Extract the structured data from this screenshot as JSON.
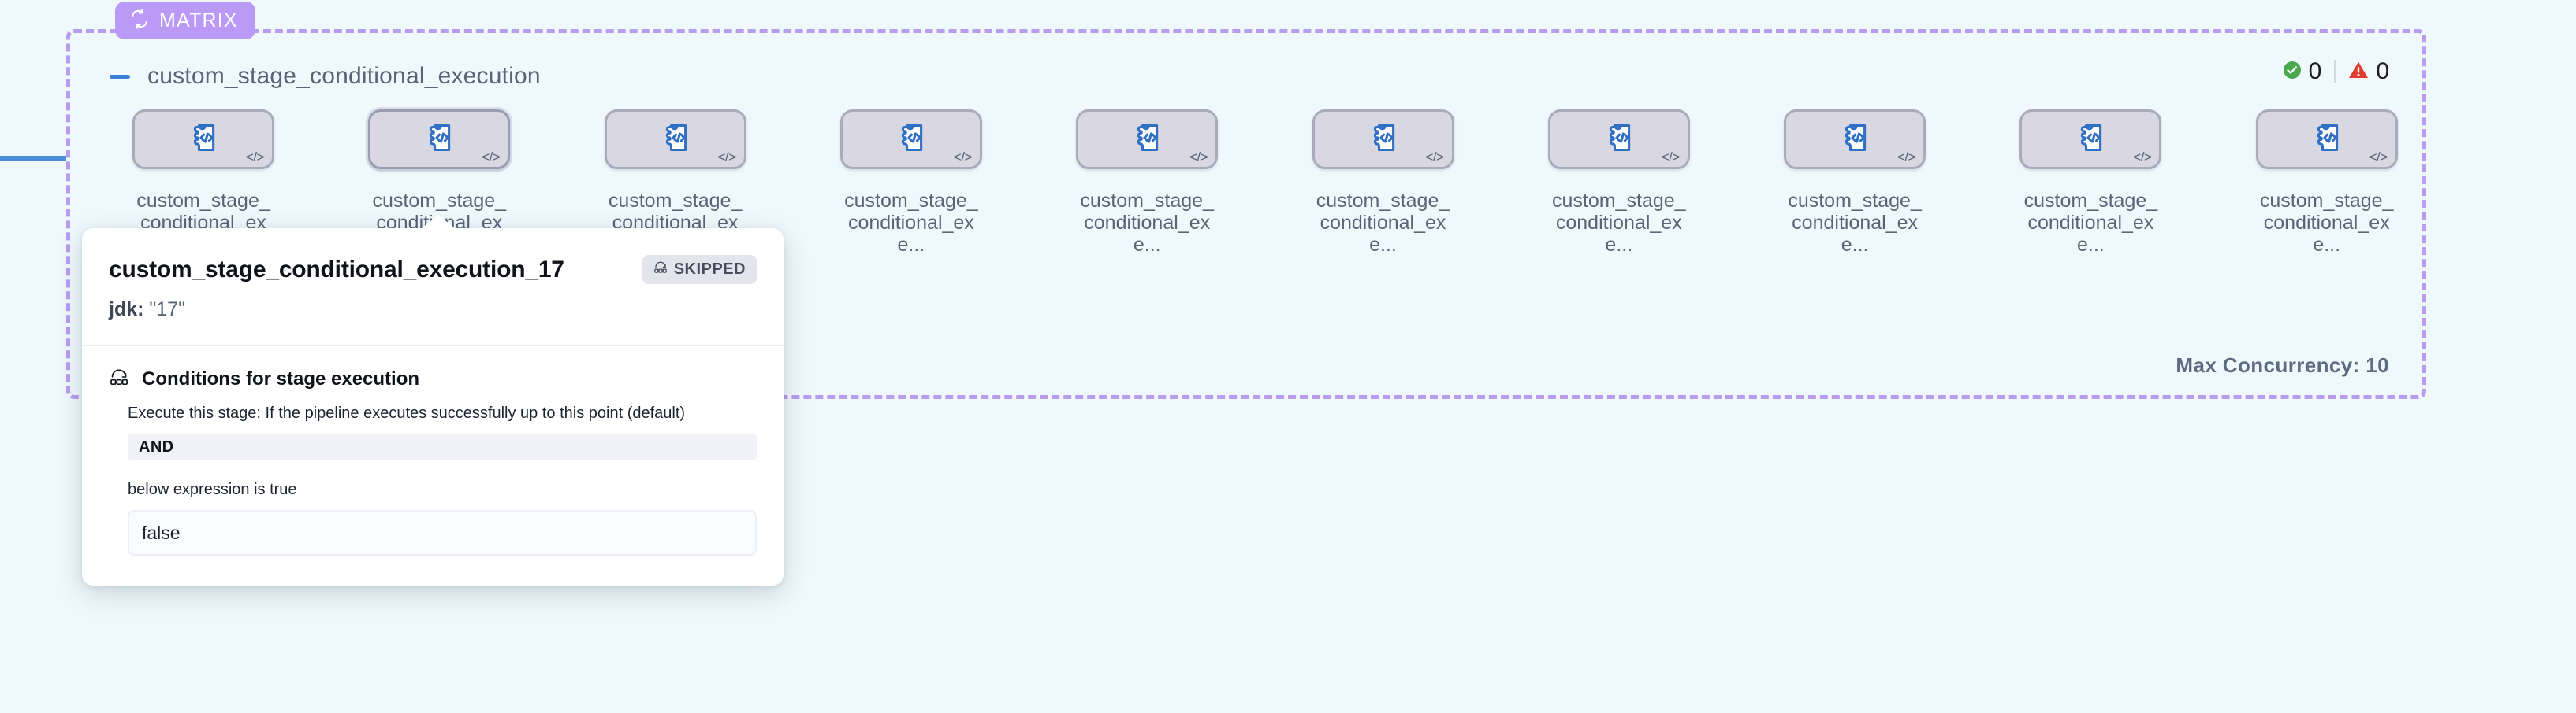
{
  "matrix": {
    "badge_label": "MATRIX",
    "badge_icon": "loop-icon",
    "badge_color": "#bb9af7",
    "border_color": "#b89cf0",
    "max_concurrency_label": "Max Concurrency: 10"
  },
  "stage": {
    "title": "custom_stage_conditional_execution",
    "collapse_icon": "minus-icon"
  },
  "status": {
    "success_icon": "check-circle-icon",
    "success_count": "0",
    "success_color": "#4aa84f",
    "warning_icon": "warning-triangle-icon",
    "warning_count": "0",
    "warning_color": "#e03b2f"
  },
  "nodes": [
    {
      "label": "custom_stage_conditional_exe...",
      "icon": "custom-stage-code-icon",
      "badge_icon": "code-brackets-icon",
      "selected": false
    },
    {
      "label": "custom_stage_conditional_exe...",
      "icon": "custom-stage-code-icon",
      "badge_icon": "code-brackets-icon",
      "selected": true
    },
    {
      "label": "custom_stage_conditional_exe...",
      "icon": "custom-stage-code-icon",
      "badge_icon": "code-brackets-icon",
      "selected": false
    },
    {
      "label": "custom_stage_conditional_exe...",
      "icon": "custom-stage-code-icon",
      "badge_icon": "code-brackets-icon",
      "selected": false
    },
    {
      "label": "custom_stage_conditional_exe...",
      "icon": "custom-stage-code-icon",
      "badge_icon": "code-brackets-icon",
      "selected": false
    },
    {
      "label": "custom_stage_conditional_exe...",
      "icon": "custom-stage-code-icon",
      "badge_icon": "code-brackets-icon",
      "selected": false
    },
    {
      "label": "custom_stage_conditional_exe...",
      "icon": "custom-stage-code-icon",
      "badge_icon": "code-brackets-icon",
      "selected": false
    },
    {
      "label": "custom_stage_conditional_exe...",
      "icon": "custom-stage-code-icon",
      "badge_icon": "code-brackets-icon",
      "selected": false
    },
    {
      "label": "custom_stage_conditional_exe...",
      "icon": "custom-stage-code-icon",
      "badge_icon": "code-brackets-icon",
      "selected": false
    },
    {
      "label": "custom_stage_conditional_exe...",
      "icon": "custom-stage-code-icon",
      "badge_icon": "code-brackets-icon",
      "selected": false
    }
  ],
  "tooltip": {
    "title": "custom_stage_conditional_execution_17",
    "status_badge": "SKIPPED",
    "status_badge_icon": "skipped-icon",
    "matrix_key": "jdk:",
    "matrix_value": "\"17\"",
    "conditions_icon": "conditions-icon",
    "conditions_title": "Conditions for stage execution",
    "conditions_desc": "Execute this stage: If the pipeline executes successfully up to this point (default)",
    "operator": "AND",
    "expression_label": "below expression is true",
    "expression_value": "false"
  }
}
